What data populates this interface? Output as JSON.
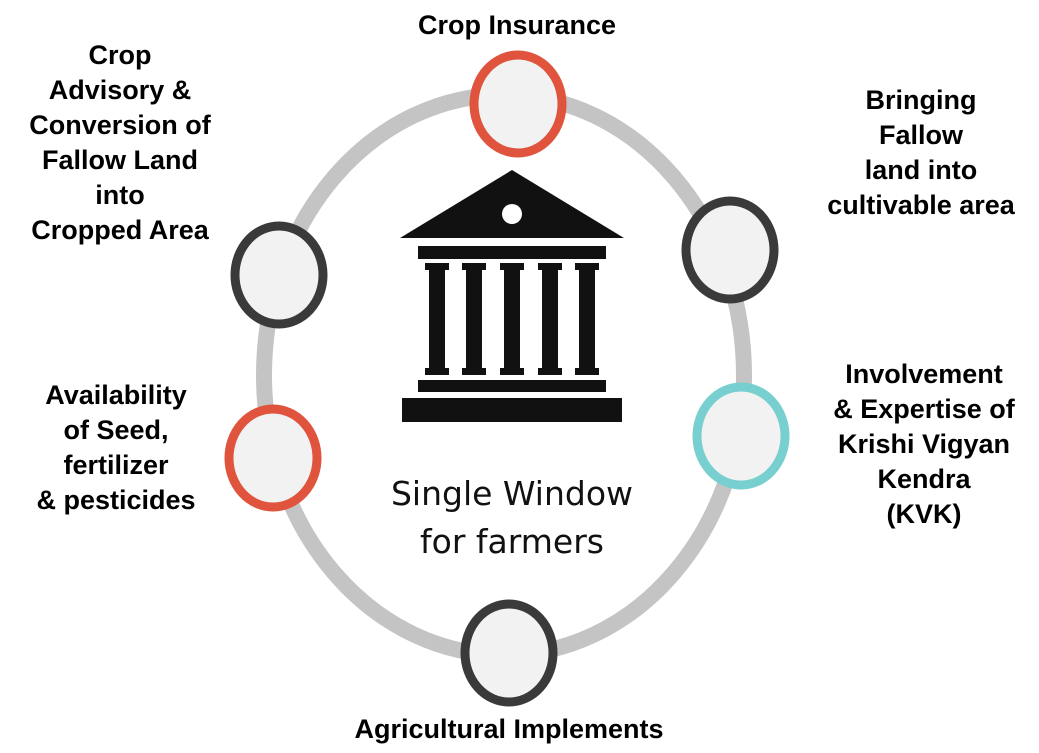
{
  "center": {
    "text": "Single Window\nfor farmers",
    "icon": "bank-building-icon"
  },
  "nodes": [
    {
      "id": "crop-insurance",
      "label": "Crop Insurance",
      "color": "#e0533c"
    },
    {
      "id": "bringing-fallow",
      "label": "Bringing\nFallow\nland into\ncultivable area",
      "color": "#3a3a3a"
    },
    {
      "id": "kvk",
      "label": "Involvement\n& Expertise of\nKrishi Vigyan\nKendra\n(KVK)",
      "color": "#78cfcf"
    },
    {
      "id": "agri-implements",
      "label": "Agricultural Implements",
      "color": "#3a3a3a"
    },
    {
      "id": "seed-availability",
      "label": "Availability\nof Seed,\nfertilizer\n& pesticides",
      "color": "#e0533c"
    },
    {
      "id": "crop-advisory",
      "label": "Crop\nAdvisory &\nConversion of\nFallow Land\ninto\nCropped Area",
      "color": "#3a3a3a"
    }
  ],
  "colors": {
    "ring": "#c4c4c4",
    "icon": "#111111"
  }
}
